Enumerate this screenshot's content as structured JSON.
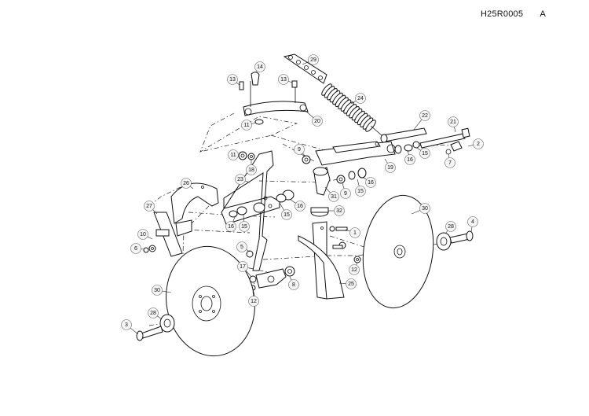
{
  "header": {
    "document_code": "H25R0005",
    "revision": "A"
  },
  "callouts": [
    {
      "id": "c29",
      "label": "29"
    },
    {
      "id": "c14",
      "label": "14"
    },
    {
      "id": "c13a",
      "label": "13"
    },
    {
      "id": "c13b",
      "label": "13"
    },
    {
      "id": "c24",
      "label": "24"
    },
    {
      "id": "c20",
      "label": "20"
    },
    {
      "id": "c11a",
      "label": "11"
    },
    {
      "id": "c22",
      "label": "22"
    },
    {
      "id": "c21",
      "label": "21"
    },
    {
      "id": "c2",
      "label": "2"
    },
    {
      "id": "c7",
      "label": "7"
    },
    {
      "id": "c15a",
      "label": "15"
    },
    {
      "id": "c16a",
      "label": "16"
    },
    {
      "id": "c19",
      "label": "19"
    },
    {
      "id": "c9a",
      "label": "9"
    },
    {
      "id": "c11b",
      "label": "11"
    },
    {
      "id": "c18",
      "label": "18"
    },
    {
      "id": "c23",
      "label": "23"
    },
    {
      "id": "c26",
      "label": "26"
    },
    {
      "id": "c9b",
      "label": "9"
    },
    {
      "id": "c15b",
      "label": "15"
    },
    {
      "id": "c16b",
      "label": "16"
    },
    {
      "id": "c31",
      "label": "31"
    },
    {
      "id": "c27",
      "label": "27"
    },
    {
      "id": "c16c",
      "label": "16"
    },
    {
      "id": "c15c",
      "label": "15"
    },
    {
      "id": "c16d",
      "label": "16"
    },
    {
      "id": "c15d",
      "label": "15"
    },
    {
      "id": "c32",
      "label": "32"
    },
    {
      "id": "c30a",
      "label": "30"
    },
    {
      "id": "c10",
      "label": "10"
    },
    {
      "id": "c6",
      "label": "6"
    },
    {
      "id": "c5",
      "label": "5"
    },
    {
      "id": "c1",
      "label": "1"
    },
    {
      "id": "c28a",
      "label": "28"
    },
    {
      "id": "c4",
      "label": "4"
    },
    {
      "id": "c17",
      "label": "17"
    },
    {
      "id": "c12a",
      "label": "12"
    },
    {
      "id": "c30b",
      "label": "30"
    },
    {
      "id": "c8",
      "label": "8"
    },
    {
      "id": "c25",
      "label": "25"
    },
    {
      "id": "c12b",
      "label": "12"
    },
    {
      "id": "c28b",
      "label": "28"
    },
    {
      "id": "c3",
      "label": "3"
    }
  ]
}
